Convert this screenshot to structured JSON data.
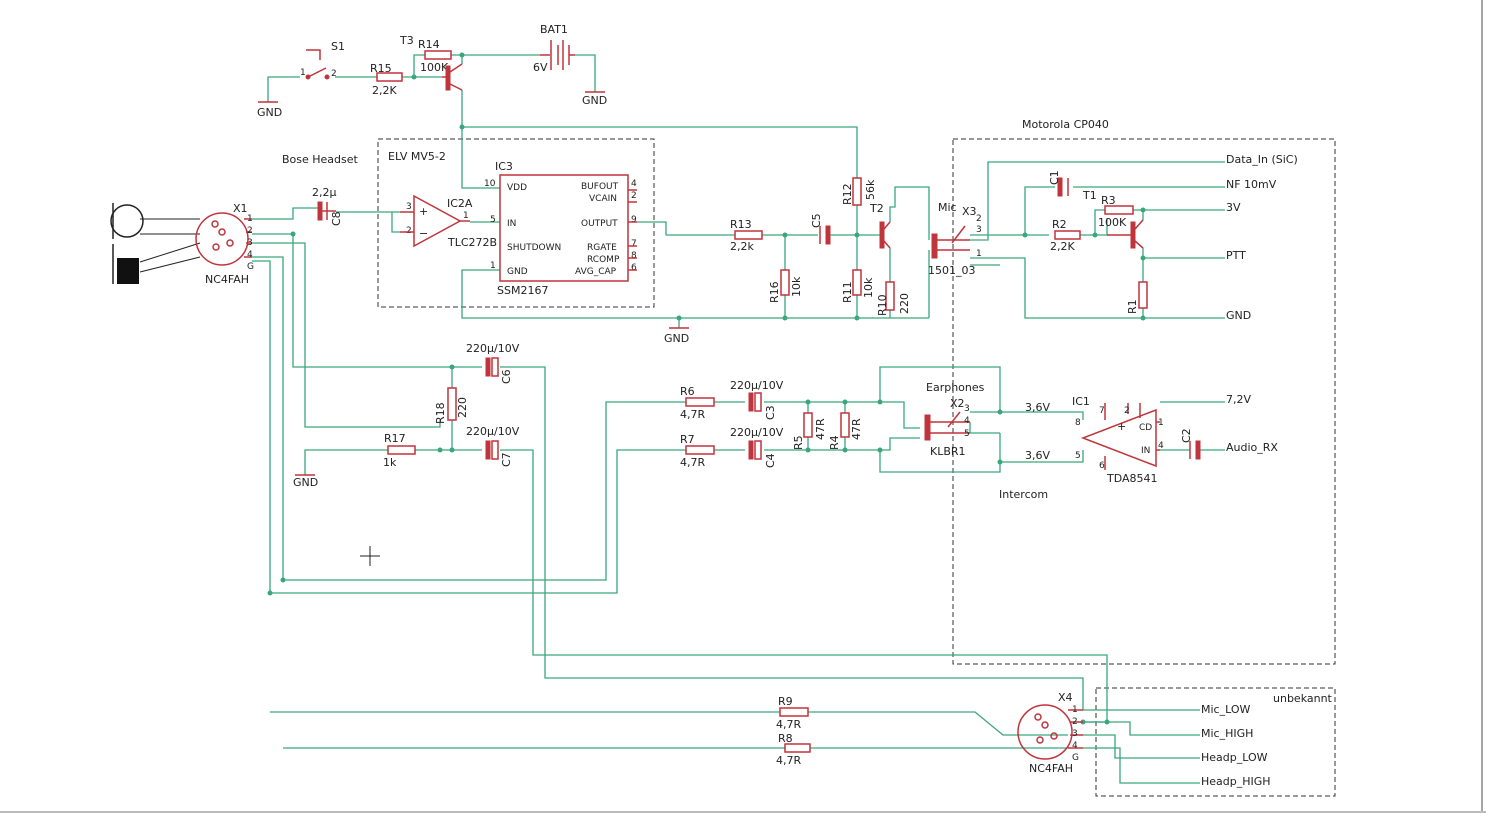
{
  "frames": {
    "elv": "ELV MV5-2",
    "motorola": "Motorola CP040",
    "unbekannt": "unbekannt"
  },
  "labels": {
    "bose_headset": "Bose Headset",
    "earphones": "Earphones",
    "intercom": "Intercom",
    "mic": "Mic"
  },
  "components": {
    "s1": {
      "name": "S1",
      "pin1": "1",
      "pin2": "2"
    },
    "t3": {
      "name": "T3"
    },
    "r14": {
      "name": "R14",
      "value": "100K"
    },
    "r15": {
      "name": "R15",
      "value": "2,2K"
    },
    "bat1": {
      "name": "BAT1",
      "value": "6V"
    },
    "x1": {
      "name": "X1",
      "value": "NC4FAH",
      "pins": [
        "1",
        "2",
        "3",
        "4",
        "G"
      ]
    },
    "c8": {
      "name": "C8",
      "value": "2,2µ"
    },
    "ic2a": {
      "name": "IC2A",
      "value": "TLC272B",
      "pin_in_p": "3",
      "pin_in_n": "2",
      "pin_out": "1"
    },
    "ic3": {
      "name": "IC3",
      "value": "SSM2167",
      "pins_left": [
        {
          "num": "10",
          "name": "VDD"
        },
        {
          "num": "5",
          "name": "IN"
        },
        {
          "num": "",
          "name": "SHUTDOWN"
        },
        {
          "num": "1",
          "name": "GND"
        }
      ],
      "pins_right": [
        {
          "num": "4",
          "name": "BUFOUT"
        },
        {
          "num": "2",
          "name": "VCAIN"
        },
        {
          "num": "9",
          "name": "OUTPUT"
        },
        {
          "num": "7",
          "name": "RGATE"
        },
        {
          "num": "8",
          "name": "RCOMP"
        },
        {
          "num": "6",
          "name": "AVG_CAP"
        }
      ]
    },
    "r13": {
      "name": "R13",
      "value": "2,2k"
    },
    "c5": {
      "name": "C5"
    },
    "r12": {
      "name": "R12",
      "value": "56k"
    },
    "r16": {
      "name": "R16",
      "value": "10k"
    },
    "r11": {
      "name": "R11",
      "value": "10k"
    },
    "r10": {
      "name": "R10",
      "value": "220"
    },
    "t2": {
      "name": "T2"
    },
    "x3": {
      "name": "X3",
      "value": "1501_03",
      "pins": [
        "2",
        "3",
        "1"
      ]
    },
    "c1": {
      "name": "C1"
    },
    "t1": {
      "name": "T1"
    },
    "r3": {
      "name": "R3",
      "value": "100K"
    },
    "r2": {
      "name": "R2",
      "value": "2,2K"
    },
    "r1": {
      "name": "R1"
    },
    "c6": {
      "name": "C6",
      "value": "220µ/10V"
    },
    "r18": {
      "name": "R18",
      "value": "220"
    },
    "r17": {
      "name": "R17",
      "value": "1k"
    },
    "c7": {
      "name": "C7",
      "value": "220µ/10V"
    },
    "r6": {
      "name": "R6",
      "value": "4,7R"
    },
    "r7": {
      "name": "R7",
      "value": "4,7R"
    },
    "c3": {
      "name": "C3",
      "value": "220µ/10V"
    },
    "c4": {
      "name": "C4",
      "value": "220µ/10V"
    },
    "r5": {
      "name": "R5",
      "value": "47R"
    },
    "r4": {
      "name": "R4",
      "value": "47R"
    },
    "x2": {
      "name": "X2",
      "value": "KLBR1",
      "pins": [
        "3",
        "4",
        "5"
      ]
    },
    "ic1": {
      "name": "IC1",
      "value": "TDA8541",
      "pins": [
        "7",
        "2",
        "1",
        "8",
        "5",
        "6",
        "4"
      ],
      "cd": "CD",
      "in": "IN"
    },
    "c2": {
      "name": "C2"
    },
    "r9": {
      "name": "R9",
      "value": "4,7R"
    },
    "r8": {
      "name": "R8",
      "value": "4,7R"
    },
    "x4": {
      "name": "X4",
      "value": "NC4FAH",
      "pins": [
        "1",
        "2",
        "3",
        "4",
        "G"
      ]
    }
  },
  "gnd": "GND",
  "net_labels": {
    "data_in": "Data_In (SiC)",
    "nf": "NF 10mV",
    "v3": "3V",
    "ptt": "PTT",
    "gnd": "GND",
    "v72": "7,2V",
    "audio_rx": "Audio_RX",
    "v36a": "3,6V",
    "v36b": "3,6V",
    "mic_low": "Mic_LOW",
    "mic_high": "Mic_HIGH",
    "headp_low": "Headp_LOW",
    "headp_high": "Headp_HIGH"
  },
  "colors": {
    "wire": "#3aa67e",
    "part": "#c0343c",
    "text": "#222222"
  }
}
